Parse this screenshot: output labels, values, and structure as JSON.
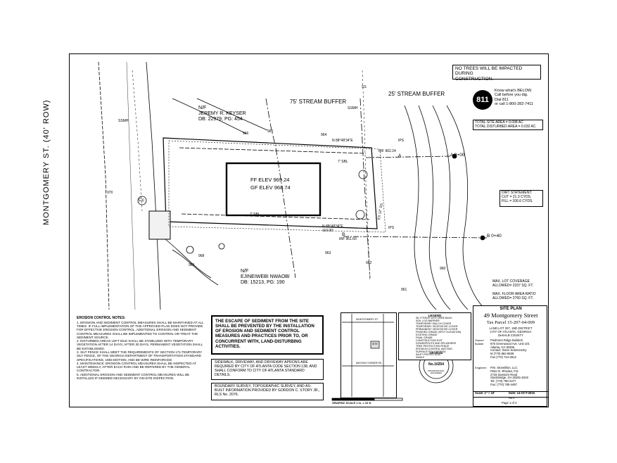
{
  "notes": {
    "no_trees": "NO TREES WILL BE IMPACTED DURING\nCONSTRUCTION.",
    "call811_badge": "811",
    "call811_text": "Know what's BELOW.\nCall before you dig.\nDial 811\nor call 1-800-282-7411",
    "site_area": "TOTAL SITE AREA = 0.098 AC\nTOTAL DISTURBED AREA = 0.032 AC",
    "dirt_statement": "DIRT STATEMENT:\nCUT = 21.3 CYDS.\nFILL = 106.6 CYDS.",
    "max_lot_coverage": "MAX. LOT COVERAGE\nALLOWED= 2337 SQ. FT.",
    "max_floor_area": "MAX. FLOOR AREA RATIO\nALLOWED= 2760 SQ. FT.",
    "escape_sediment": "THE ESCAPE OF SEDIMENT FROM THE SITE SHALL BE PREVENTED BY THE INSTALLATION OF EROSION AND SEDIMENT CONTROL MEASURES AND PRACTICES PRIOR TO, OR CONCURRENT WITH, LAND-DISTURBING ACTIVITIES.",
    "sidewalk": "SIDEWALK, DRIVEWAY, AND DRIVEWAY APRONS ARE REQUIRED BY CITY OF ATLANTA CODE SECTION 138, AND SHALL CONFORM TO CITY OF ATLANTA STANDARD DETAILS.",
    "boundary": "BOUNDARY SURVEY, TOPOGRAPHIC SURVEY, AND AS-BUILT INFORMATION PROVIDED BY GORDON C. STORY JR., RLS No. 2076.",
    "erosion_title": "EROSION CONTROL NOTES:",
    "erosion_body": "1. EROSION AND SEDIMENT CONTROL MEASURES SHALL BE MAINTAINED AT ALL TIMES. IF FULL IMPLEMENTATION OF THE APPROVED PLAN DOES NOT PROVIDE FOR EFFECTIVE EROSION CONTROL, ADDITIONAL EROSION AND SEDIMENT CONTROL MEASURES SHALL BE IMPLEMENTED TO CONTROL OR TREAT THE SEDIMENT SOURCE.\n2. DISTURBED AREAS LEFT IDLE SHALL BE STABILIZED WITH TEMPORARY VEGETATION AFTER 14 DAYS; AFTER 30 DAYS, PERMANENT VEGETATION SHALL BE ESTABLISHED.\n3. SILT FENCE SHALL MEET THE REQUIREMENTS OF SECTION 171-TEMPORARY SILT FENCE, OF THE GEORGIA DEPARTMENT OF TRANSPORTATION STANDARD SPECIFICATIONS, 1993 EDITION, AND BE WIRE REINFORCED.\n4. MAINTENANCE: EROSION CONTROL MEASURES SHALL BE INSPECTED AT LEAST WEEKLY, AFTER EACH RAIN AND BE REPAIRED BY THE GENERAL CONTRACTOR.\n5. ADDITIONAL EROSION AND SEDIMENT CONTROL MEASURES WILL BE INSTALLED IF DEEMED NECESSARY BY ON-SITE INSPECTION."
  },
  "plan": {
    "street": "MONTGOMERY ST. (40' ROW)",
    "buffer75": "75' STREAM BUFFER",
    "buffer25": "25' STREAM BUFFER",
    "north_owner": "N/F\nJEREMY R. KEYSER\nDB: 22979, PG: 454",
    "south_owner": "N/F\nEJINEIWEBI NWAOBI\nDB: 15213, PG: 190",
    "ff_elev": "FF ELEV 969.24",
    "gf_elev": "GF ELEV 968.74",
    "setback1": "7' SBL",
    "setback2": "7' SBL",
    "ips1": "IPS",
    "ips2": "IPS",
    "irf1": "IRF 962.24",
    "irf2": "IRF 961.60",
    "section_a": "A",
    "section_a_sta": "A 0+00",
    "section_b": "B",
    "section_b_sta": "B 0+40",
    "bearing1": "N 88°48'34\"E",
    "bearing2": "N 88°48'34\"E\n110.00'",
    "dist": "110.00'",
    "ssmh1": "SSMH",
    "ssmh2": "SSMH",
    "ss": "SS",
    "contour_970": "970",
    "contour_969": "969",
    "contour_968": "968",
    "contour_964": "964",
    "contour_963": "963",
    "contour_962": "962",
    "contour_961": "961",
    "contour_960": "960",
    "contour_965": "965",
    "contour_966": "966",
    "cc": "Cc",
    "ex12": "EX 12\" SS"
  },
  "legend": {
    "title": "LEGEND",
    "items": [
      "SILT FENCE WITH WIRE BACK",
      "SOIL LOG BARRIER",
      "TEMPORARY MULCH COVER",
      "TEMPORARY VEGETATIVE COVER",
      "PERMANENT VEGETATIVE COVER",
      "FINISHED GRADE (SPOT ELEVATION)",
      "EXISTING GRADE",
      "FINAL GRADE",
      "CONSTRUCTION EXIT",
      "DOWNSPOUTS AND SPLASHERS",
      "TREE PROTECTION FENCE",
      "EROSION CONTROL MATTING",
      "SURFACE ROUGHENING",
      "INLET PROTECTION",
      "SWALE"
    ]
  },
  "vicinity": {
    "street_h1": "MONTGOMERY ST",
    "street_h2": "MAYSON TURNER RD",
    "street_v": "SITE"
  },
  "seal": {
    "state": "GEORGIA",
    "number": "No.10254",
    "type": "PROFESSIONAL\nENGINEER"
  },
  "scale": "GRAPHIC SCALE 1 in. = 10 ft.",
  "title_block": {
    "site_plan": "SITE PLAN",
    "address": "49 Montgomery Street",
    "parcel": "Tax Parcel 15-207-04-009",
    "land": "LAND LOT 207, 15th DISTRICT\nCITY OF ATLANTA, GEORGIA\nDeKALB COUNTY",
    "owner_label": "Owner/\nBuilder",
    "owner": "Piedmont Ridge Builders\n875 Greenwood Ave. Unit 101\nAtlanta, GA 30306\nContact: Steve Kelemencky\nM (770) 882-9839\nFax (770) 744-2812",
    "engineer_label": "Engineer:",
    "engineer": "P.M. Stoneillion, LLC\nPeter D. Rhodes, P.E.\n2733 Samsom Road\nStockbridge, GA 30281-5319\nTel: (770) 780-4477\nFax: (770) 780-4497",
    "scale": "Scale: 1\" = 10'",
    "date": "Date: 14-OCT-2015",
    "rev": "REV:",
    "page": "Page 1 of 4"
  }
}
